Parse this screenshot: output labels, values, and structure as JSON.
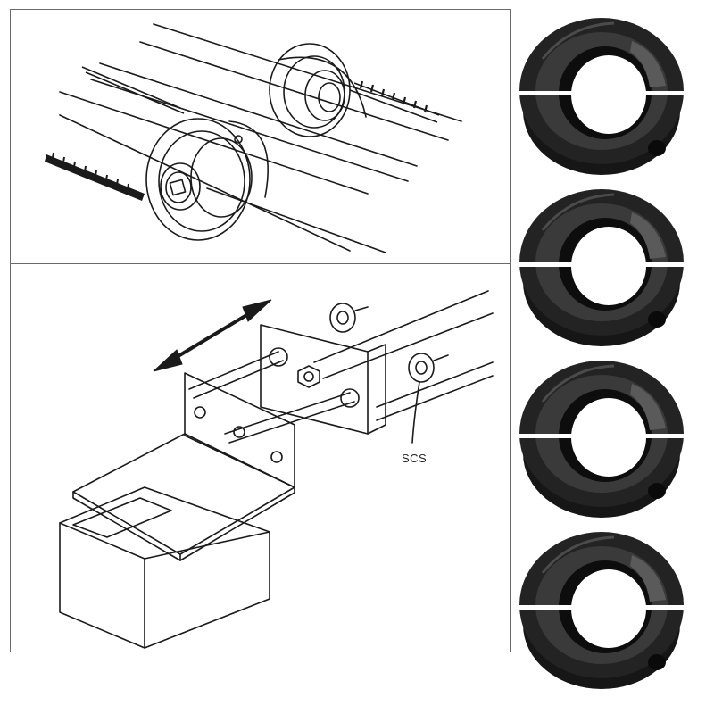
{
  "illustration": {
    "top_panel": {
      "subject": "pulley-belt-drive"
    },
    "bottom_panel": {
      "subject": "slide-mechanism",
      "callout_label": "SCS"
    }
  },
  "product": {
    "collars": [
      {
        "id": 1
      },
      {
        "id": 2
      },
      {
        "id": 3
      },
      {
        "id": 4
      }
    ],
    "colors": {
      "collar_body": "#1f1f1f",
      "collar_highlight": "#5a5a5a",
      "line_art": "#1a1a1a"
    }
  }
}
